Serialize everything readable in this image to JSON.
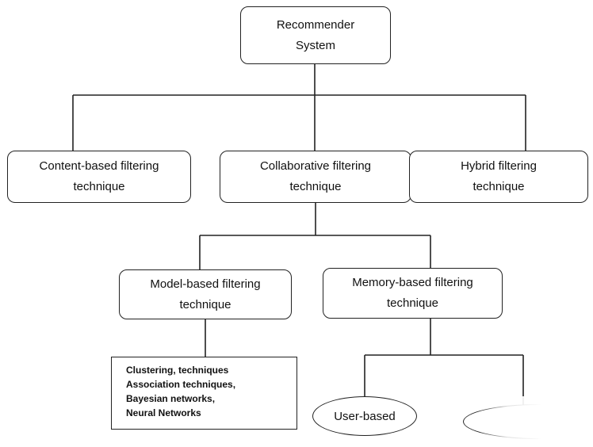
{
  "root": {
    "line1": "Recommender",
    "line2": "System"
  },
  "level1": {
    "content_based": {
      "line1": "Content-based filtering",
      "line2": "technique"
    },
    "collaborative": {
      "line1": "Collaborative filtering",
      "line2": "technique"
    },
    "hybrid": {
      "line1": "Hybrid filtering",
      "line2": "technique"
    }
  },
  "level2": {
    "model_based": {
      "line1": "Model-based filtering",
      "line2": "technique"
    },
    "memory_based": {
      "line1": "Memory-based filtering",
      "line2": "technique"
    }
  },
  "model_techniques": [
    "Clustering, techniques",
    "Association techniques,",
    "Bayesian networks,",
    "Neural Networks"
  ],
  "memory_children": {
    "user_based": "User-based"
  },
  "colors": {
    "stroke": "#222222",
    "background": "#ffffff"
  }
}
